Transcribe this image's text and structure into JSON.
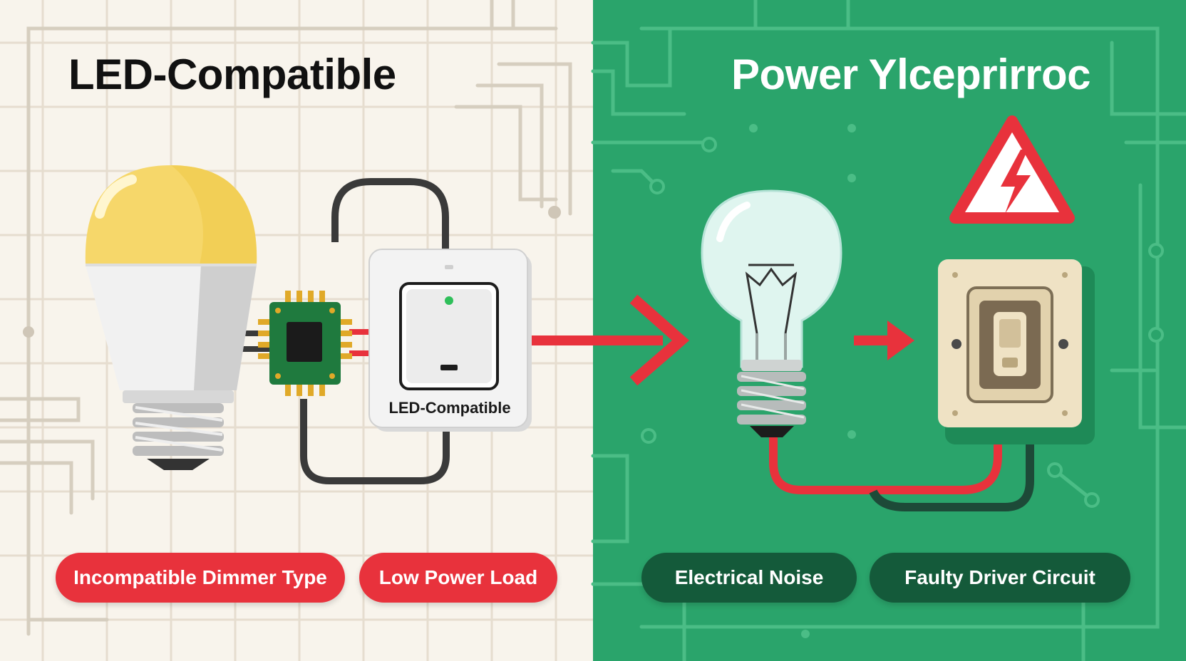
{
  "left_panel": {
    "title": "LED-Compatible",
    "switch_label": "LED-Compatible",
    "badges": [
      "Incompatible Dimmer Type",
      "Low Power Load"
    ]
  },
  "right_panel": {
    "title": "Power Ylceprirroc",
    "badges": [
      "Electrical Noise",
      "Faulty Driver Circuit"
    ]
  },
  "icons": [
    "led-bulb-icon",
    "microchip-icon",
    "dimmer-switch-icon",
    "arrow-right-icon",
    "incandescent-bulb-icon",
    "warning-electric-icon",
    "wall-switch-icon"
  ],
  "colors": {
    "left_background": "#f8f4ec",
    "right_background": "#2aa46b",
    "alert_red": "#e8323c",
    "dark_green": "#145a3a",
    "bulb_yellow": "#f6d76a",
    "pcb_green": "#1f7a3e"
  }
}
